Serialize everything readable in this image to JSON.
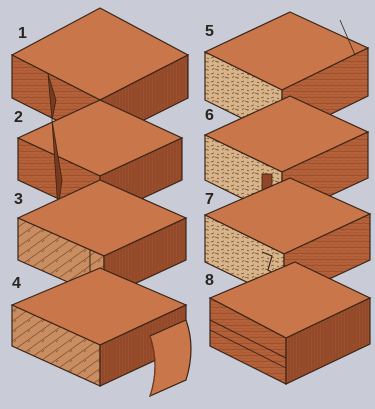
{
  "labels": [
    "1",
    "2",
    "3",
    "4",
    "5",
    "6",
    "7",
    "8"
  ],
  "colors": {
    "background": "#c9ccd6",
    "wood_top": "#c8764a",
    "wood_front": "#b5623a",
    "wood_side": "#9c4f2d",
    "particle_core": "#d8b48a",
    "outline": "#3a2418"
  }
}
